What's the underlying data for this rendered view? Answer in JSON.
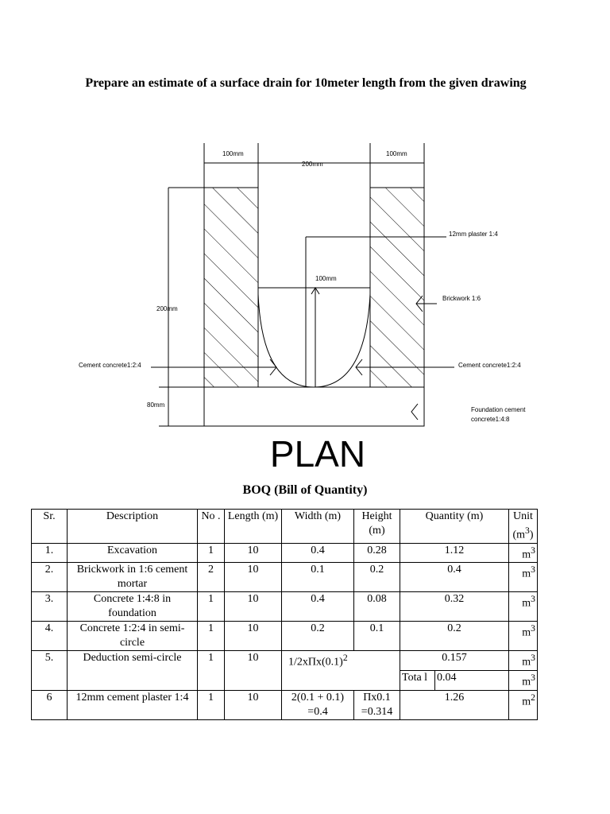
{
  "title": "Prepare an estimate of a surface drain for 10meter length from the given drawing",
  "drawing": {
    "dim_left_wall": "100mm",
    "dim_right_wall": "100mm",
    "dim_channel": "200mm",
    "dim_height": "200mm",
    "dim_foundation": "80mm",
    "dim_radius": "100mm",
    "label_plaster": "12mm plaster 1:4",
    "label_brickwork": "Brickwork 1:6",
    "label_cc_left": "Cement concrete1:2:4",
    "label_cc_right": "Cement concrete1:2:4",
    "label_foundation_1": "Foundation cement",
    "label_foundation_2": "concrete1:4:8",
    "caption": "PLAN"
  },
  "boq": {
    "title": "BOQ (Bill of Quantity)",
    "headers": {
      "sr": "Sr.",
      "description": "Description",
      "no": "No .",
      "length": "Length (m)",
      "width": "Width (m)",
      "height": "Height (m)",
      "quantity": "Quantity (m)",
      "unit": "Unit"
    },
    "rows": [
      {
        "sr": "1.",
        "description": "Excavation",
        "no": "1",
        "length": "10",
        "width": "0.4",
        "height": "0.28",
        "quantity": "1.12"
      },
      {
        "sr": "2.",
        "description": "Brickwork in 1:6 cement mortar",
        "no": "2",
        "length": "10",
        "width": "0.1",
        "height": "0.2",
        "quantity": "0.4"
      },
      {
        "sr": "3.",
        "description": "Concrete 1:4:8 in foundation",
        "no": "1",
        "length": "10",
        "width": "0.4",
        "height": "0.08",
        "quantity": "0.32"
      },
      {
        "sr": "4.",
        "description": "Concrete 1:2:4 in semi-circle",
        "no": "1",
        "length": "10",
        "width": "0.2",
        "height": "0.1",
        "quantity": "0.2"
      },
      {
        "sr": "5.",
        "description": "Deduction semi-circle",
        "no": "1",
        "length": "10",
        "width": "1/2xΠx(0.1)",
        "quantity": "0.157",
        "total_label": "Tota l",
        "total_value": "0.04"
      },
      {
        "sr": "6",
        "description": "12mm cement plaster 1:4",
        "no": "1",
        "length": "10",
        "width": "2(0.1 + 0.1) =0.4",
        "height": "Πx0.1 =0.314",
        "quantity": "1.26"
      }
    ]
  }
}
